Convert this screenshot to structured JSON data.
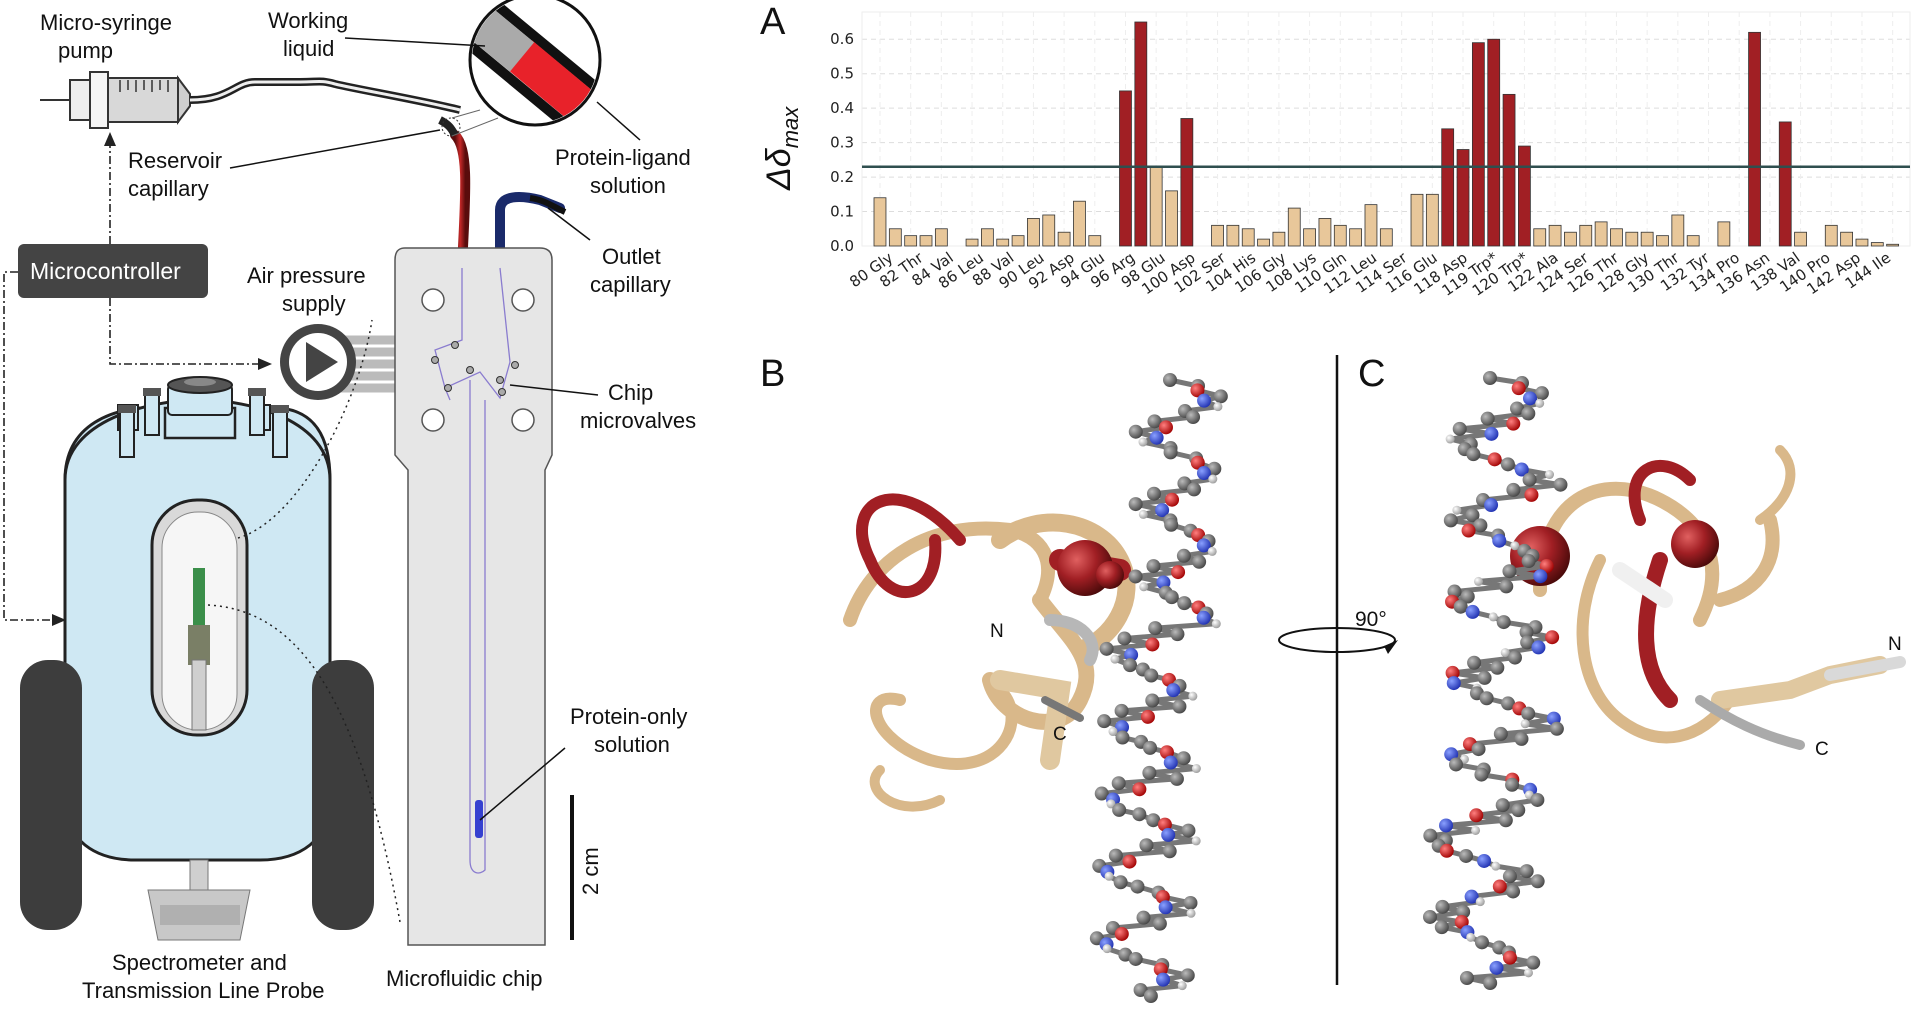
{
  "left_panel": {
    "syringe_pump": [
      "Micro-syringe",
      "pump"
    ],
    "working_liquid": [
      "Working",
      "liquid"
    ],
    "reservoir_capillary": [
      "Reservoir",
      "capillary"
    ],
    "protein_ligand": [
      "Protein-ligand",
      "solution"
    ],
    "outlet_capillary": [
      "Outlet",
      "capillary"
    ],
    "microcontroller": "Microcontroller",
    "air_pressure": [
      "Air pressure",
      "supply"
    ],
    "chip_microvalves": [
      "Chip",
      "microvalves"
    ],
    "protein_only": [
      "Protein-only",
      "solution"
    ],
    "scale_bar": "2 cm",
    "spectrometer": [
      "Spectrometer and",
      "Transmission Line Probe"
    ],
    "microfluidic_chip": "Microfluidic chip"
  },
  "panel_letters": {
    "a": "A",
    "b": "B",
    "c": "C"
  },
  "structure_labels": {
    "b_n": "N",
    "b_c": "C",
    "c_n": "N",
    "c_c": "C",
    "rotation": "90°"
  },
  "colors": {
    "low_bar": "#e8c79a",
    "high_bar": "#a11f24",
    "threshold": "#2f4f4f",
    "tan_ribbon": "#d9b88a",
    "red_ribbon": "#a11f24"
  },
  "chart_data": {
    "type": "bar",
    "ylabel_main": "Δδ",
    "ylabel_sub": "max",
    "ylim": [
      0,
      0.65
    ],
    "yticks": [
      "0.0",
      "0.1",
      "0.2",
      "0.3",
      "0.4",
      "0.5",
      "0.6"
    ],
    "grid": true,
    "threshold": 0.23,
    "tick_labels": [
      "80 Gly",
      "82 Thr",
      "84 Val",
      "86 Leu",
      "88 Val",
      "90 Leu",
      "92 Asp",
      "94 Glu",
      "96 Arg",
      "98 Glu",
      "100 Asp",
      "102 Ser",
      "104 His",
      "106 Gly",
      "108 Lys",
      "110 Gln",
      "112 Leu",
      "114 Ser",
      "116 Glu",
      "118 Asp",
      "119 Trp*",
      "120 Trp*",
      "122 Ala",
      "124 Ser",
      "126 Thr",
      "128 Gly",
      "130 Thr",
      "132 Tyr",
      "134 Pro",
      "136 Asn",
      "138 Val",
      "140 Pro",
      "142 Asp",
      "144 Ile"
    ],
    "bars": [
      {
        "res": "80",
        "value": 0.14
      },
      {
        "res": "81",
        "value": 0.05
      },
      {
        "res": "82",
        "value": 0.03
      },
      {
        "res": "83",
        "value": 0.03
      },
      {
        "res": "84",
        "value": 0.05
      },
      {
        "res": "85",
        "value": null
      },
      {
        "res": "86",
        "value": 0.02
      },
      {
        "res": "87",
        "value": 0.05
      },
      {
        "res": "88",
        "value": 0.02
      },
      {
        "res": "89",
        "value": 0.03
      },
      {
        "res": "90",
        "value": 0.08
      },
      {
        "res": "91",
        "value": 0.09
      },
      {
        "res": "92",
        "value": 0.04
      },
      {
        "res": "93",
        "value": 0.13
      },
      {
        "res": "94",
        "value": 0.03
      },
      {
        "res": "95",
        "value": null
      },
      {
        "res": "96",
        "value": 0.45
      },
      {
        "res": "97",
        "value": 0.65
      },
      {
        "res": "98",
        "value": 0.23
      },
      {
        "res": "99",
        "value": 0.16
      },
      {
        "res": "100",
        "value": 0.37
      },
      {
        "res": "101",
        "value": null
      },
      {
        "res": "102",
        "value": 0.06
      },
      {
        "res": "103",
        "value": 0.06
      },
      {
        "res": "104",
        "value": 0.05
      },
      {
        "res": "105",
        "value": 0.02
      },
      {
        "res": "106",
        "value": 0.04
      },
      {
        "res": "107",
        "value": 0.11
      },
      {
        "res": "108",
        "value": 0.05
      },
      {
        "res": "109",
        "value": 0.08
      },
      {
        "res": "110",
        "value": 0.06
      },
      {
        "res": "111",
        "value": 0.05
      },
      {
        "res": "112",
        "value": 0.12
      },
      {
        "res": "113",
        "value": 0.05
      },
      {
        "res": "114",
        "value": null
      },
      {
        "res": "115",
        "value": 0.15
      },
      {
        "res": "116",
        "value": 0.15
      },
      {
        "res": "117",
        "value": 0.34
      },
      {
        "res": "118",
        "value": 0.28
      },
      {
        "res": "119",
        "value": 0.59
      },
      {
        "res": "119b",
        "value": 0.6
      },
      {
        "res": "120",
        "value": 0.44
      },
      {
        "res": "121",
        "value": 0.29
      },
      {
        "res": "122",
        "value": 0.05
      },
      {
        "res": "123",
        "value": 0.06
      },
      {
        "res": "124",
        "value": 0.04
      },
      {
        "res": "125",
        "value": 0.06
      },
      {
        "res": "126",
        "value": 0.07
      },
      {
        "res": "127",
        "value": 0.05
      },
      {
        "res": "128",
        "value": 0.04
      },
      {
        "res": "129",
        "value": 0.04
      },
      {
        "res": "130",
        "value": 0.03
      },
      {
        "res": "131",
        "value": 0.09
      },
      {
        "res": "132",
        "value": 0.03
      },
      {
        "res": "133",
        "value": null
      },
      {
        "res": "134",
        "value": 0.07
      },
      {
        "res": "135",
        "value": null
      },
      {
        "res": "136",
        "value": 0.62
      },
      {
        "res": "137",
        "value": null
      },
      {
        "res": "138",
        "value": 0.36
      },
      {
        "res": "139",
        "value": 0.04
      },
      {
        "res": "140",
        "value": null
      },
      {
        "res": "141",
        "value": 0.06
      },
      {
        "res": "142",
        "value": 0.04
      },
      {
        "res": "143",
        "value": 0.02
      },
      {
        "res": "144",
        "value": 0.01
      },
      {
        "res": "145",
        "value": 0.005
      }
    ]
  }
}
